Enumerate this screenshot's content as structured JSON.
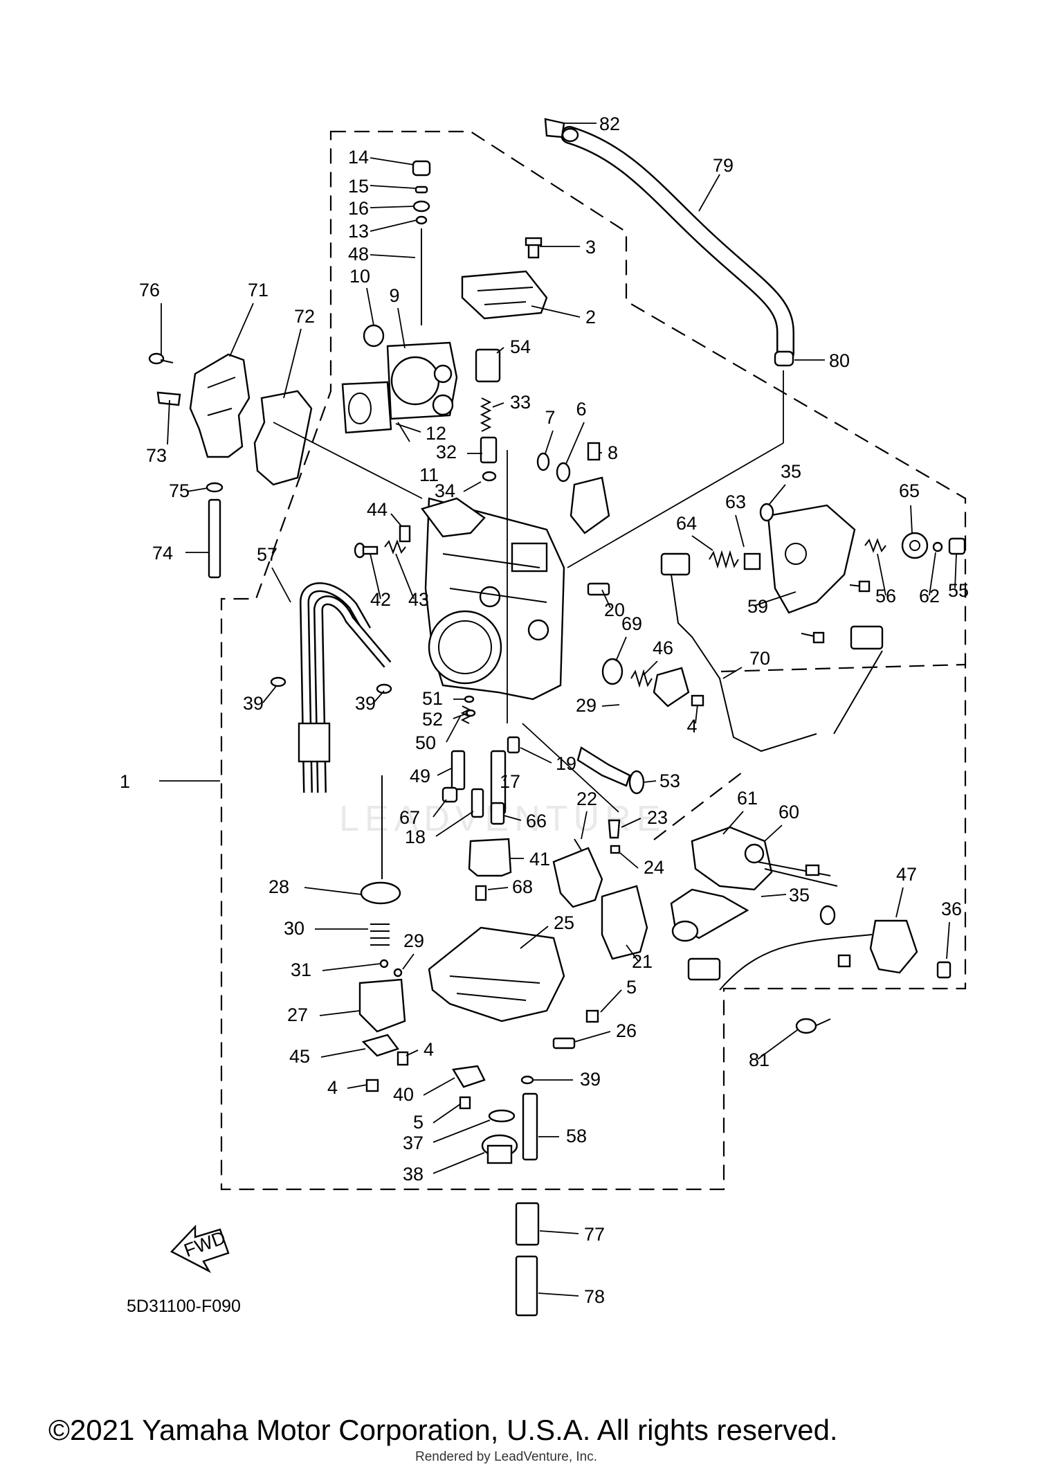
{
  "diagram_code": "5D31100-F090",
  "fwd_label": "FWD",
  "copyright": "©2021 Yamaha Motor Corporation, U.S.A. All rights reserved.",
  "rendered_by": "Rendered by LeadVenture, Inc.",
  "watermark": "LEADVENTURE",
  "callouts": [
    "82",
    "79",
    "14",
    "15",
    "16",
    "13",
    "3",
    "48",
    "2",
    "76",
    "71",
    "72",
    "10",
    "9",
    "54",
    "80",
    "33",
    "12",
    "7",
    "6",
    "73",
    "11",
    "32",
    "8",
    "75",
    "34",
    "35",
    "65",
    "44",
    "63",
    "64",
    "74",
    "57",
    "42",
    "43",
    "20",
    "56",
    "62",
    "55",
    "59",
    "69",
    "46",
    "70",
    "39",
    "39",
    "51",
    "52",
    "29",
    "4",
    "50",
    "53",
    "1",
    "19",
    "49",
    "17",
    "61",
    "60",
    "67",
    "22",
    "23",
    "66",
    "18",
    "41",
    "24",
    "68",
    "35",
    "47",
    "36",
    "28",
    "25",
    "21",
    "30",
    "29",
    "31",
    "5",
    "27",
    "26",
    "81",
    "45",
    "4",
    "4",
    "39",
    "40",
    "5",
    "58",
    "37",
    "38",
    "77",
    "78"
  ]
}
